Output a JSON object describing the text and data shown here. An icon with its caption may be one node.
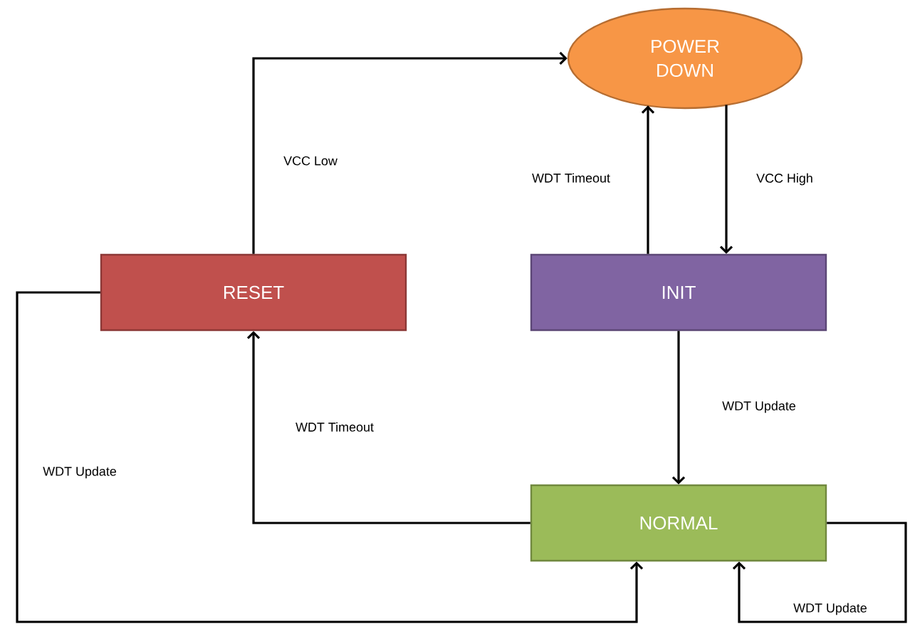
{
  "diagram": {
    "nodes": [
      {
        "text": [
          "POWER DOWN"
        ]
      },
      {
        "text": [
          "RESET"
        ]
      },
      {
        "text": [
          "INIT"
        ]
      },
      {
        "text": [
          "NORMAL"
        ]
      }
    ],
    "edges": [
      {
        "from": 1,
        "to": 0,
        "arrow": "to",
        "label": "VCC Low"
      },
      {
        "from": 2,
        "to": 0,
        "arrow": "to",
        "label": "WDT Timeout"
      },
      {
        "from": 0,
        "to": 2,
        "arrow": "to",
        "label": "VCC High"
      },
      {
        "from": 2,
        "to": 3,
        "arrow": "to",
        "label": "WDT Update"
      },
      {
        "from": 3,
        "to": 1,
        "arrow": "to",
        "label": "WDT Timeout"
      },
      {
        "from": 1,
        "to": 3,
        "arrow": "to",
        "label": "WDT Update"
      },
      {
        "from": 3,
        "to": 3,
        "arrow": "to",
        "label": "WDT Update"
      }
    ]
  }
}
